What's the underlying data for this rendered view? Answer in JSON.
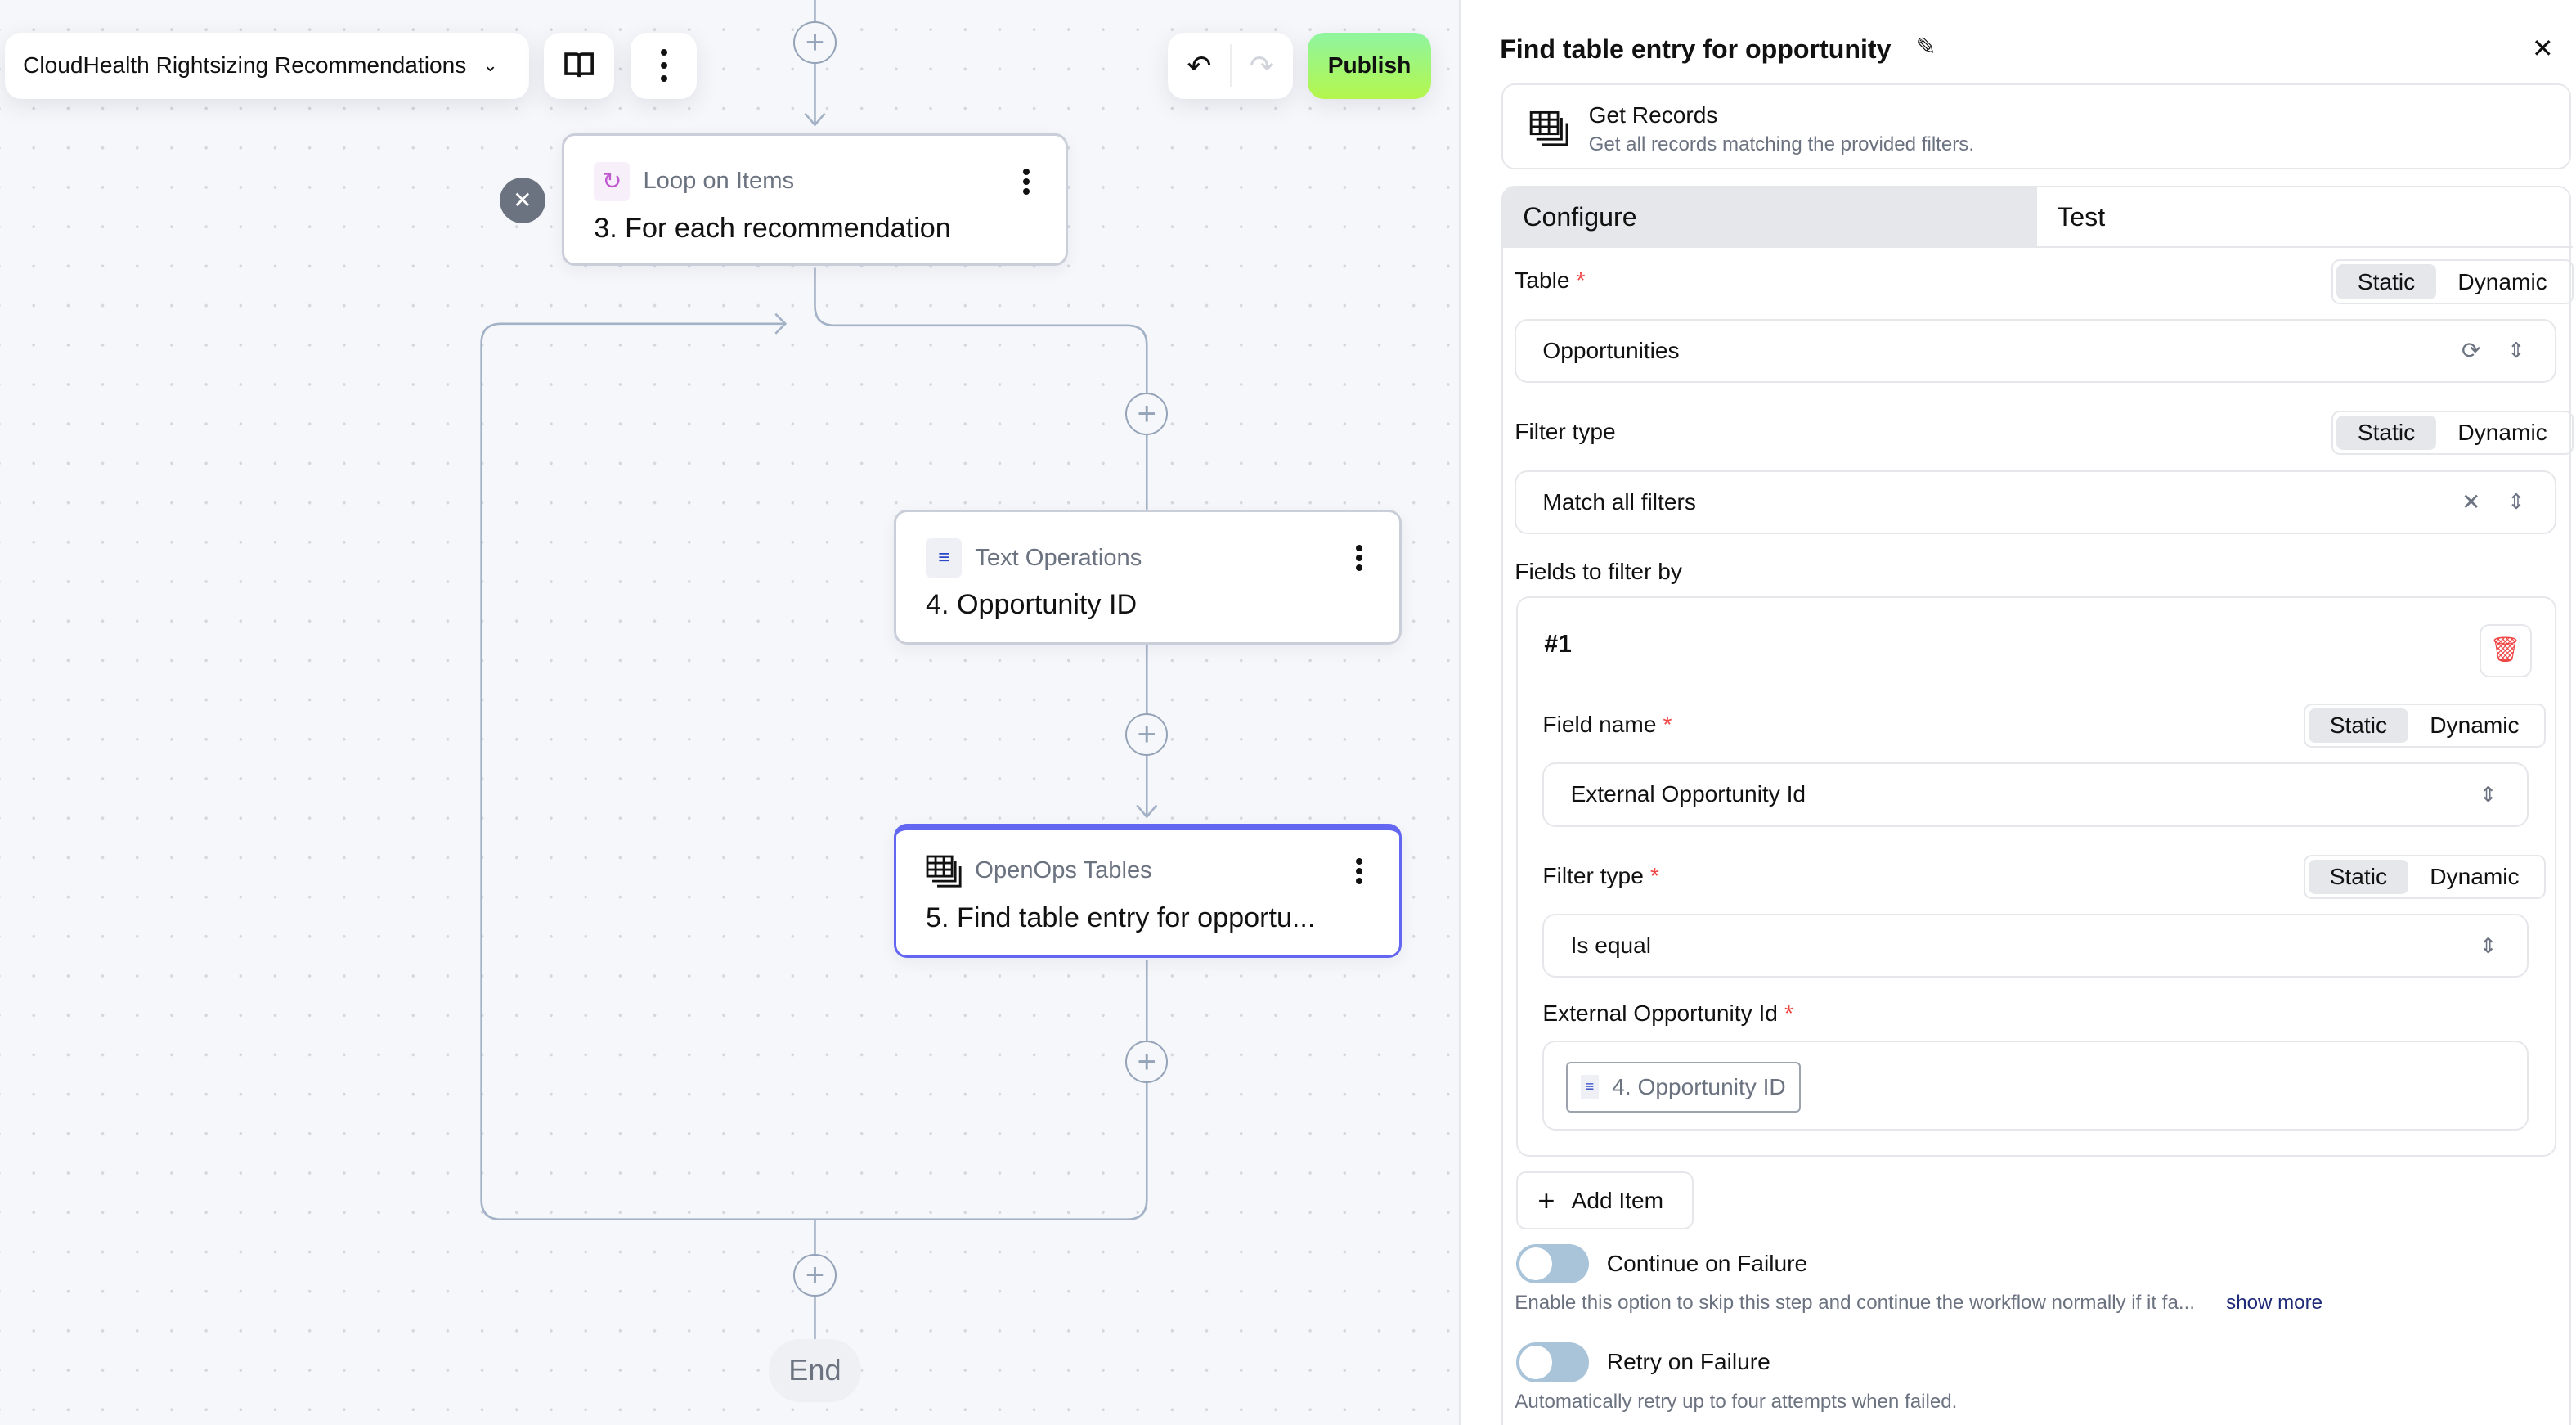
{
  "toolbar": {
    "flow_name": "CloudHealth Rightsizing Recommendations",
    "publish_label": "Publish",
    "publish_color": "#a3f75a"
  },
  "canvas": {
    "nodes": [
      {
        "app": "Loop on Items",
        "title": "3. For each recommendation",
        "icon": "loop-icon"
      },
      {
        "app": "Text Operations",
        "title": "4. Opportunity ID",
        "icon": "text-edit-icon"
      },
      {
        "app": "OpenOps Tables",
        "title": "5. Find table entry for opportu...",
        "icon": "table-icon",
        "selected": true
      }
    ],
    "end_label": "End",
    "accent": "#6366f1"
  },
  "panel": {
    "title": "Find table entry for opportunity",
    "action": {
      "name": "Get Records",
      "description": "Get all records matching the provided filters."
    },
    "tabs": [
      {
        "label": "Configure",
        "active": true
      },
      {
        "label": "Test",
        "active": false
      }
    ],
    "toggle": {
      "static": "Static",
      "dynamic": "Dynamic"
    },
    "table": {
      "label": "Table",
      "value": "Opportunities"
    },
    "filter_type": {
      "label": "Filter type",
      "value": "Match all filters"
    },
    "fields_label": "Fields to filter by",
    "item": {
      "index": "#1",
      "field_name": {
        "label": "Field name",
        "value": "External Opportunity Id"
      },
      "filter_type": {
        "label": "Filter type",
        "value": "Is equal"
      },
      "value_field": {
        "label": "External Opportunity Id",
        "chip": "4. Opportunity ID"
      }
    },
    "add_item": "Add Item",
    "continue_on_failure": {
      "label": "Continue on Failure",
      "enabled": false,
      "description": "Enable this option to skip this step and continue the workflow normally if it fa...",
      "show_more": "show more"
    },
    "retry_on_failure": {
      "label": "Retry on Failure",
      "enabled": false,
      "description": "Automatically retry up to four attempts when failed."
    }
  }
}
